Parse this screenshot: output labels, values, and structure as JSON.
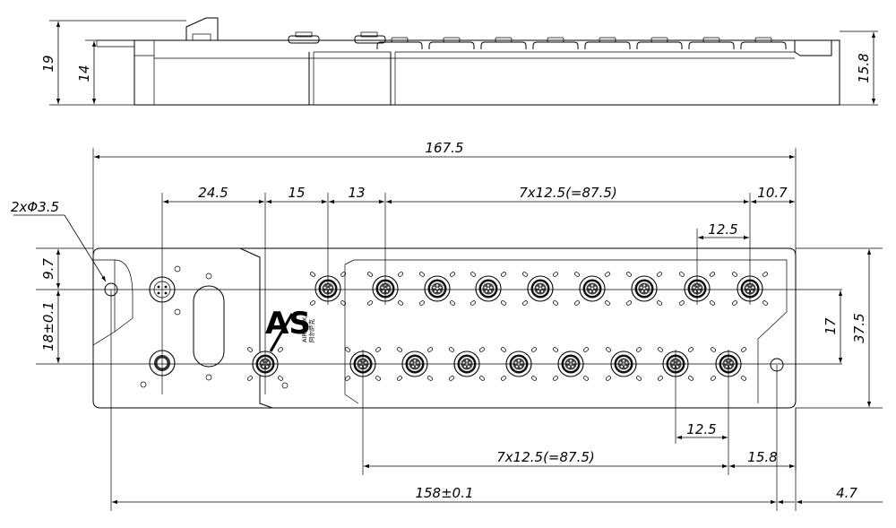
{
  "side_view": {
    "dims": {
      "total_height": "19",
      "body_height": "14",
      "right_height": "15.8"
    }
  },
  "top_view": {
    "dims": {
      "overall_length": "167.5",
      "hole_spec": "2xΦ3.5",
      "col_1": "24.5",
      "col_2": "15",
      "col_3": "13",
      "pitch_top": "7x12.5(=87.5)",
      "end_top": "10.7",
      "pitch_single_top": "12.5",
      "hole_offset": "9.7",
      "hole_spacing": "18±0.1",
      "row_spacing": "17",
      "overall_width": "37.5",
      "pitch_single_bottom": "12.5",
      "pitch_bottom": "7x12.5(=87.5)",
      "end_bottom": "15.8",
      "hole_length": "158±0.1",
      "end_offset": "4.7"
    },
    "logo": {
      "mark": "AS",
      "brand": "AIRSACK",
      "brand_cn": "阿尔萨克"
    }
  }
}
